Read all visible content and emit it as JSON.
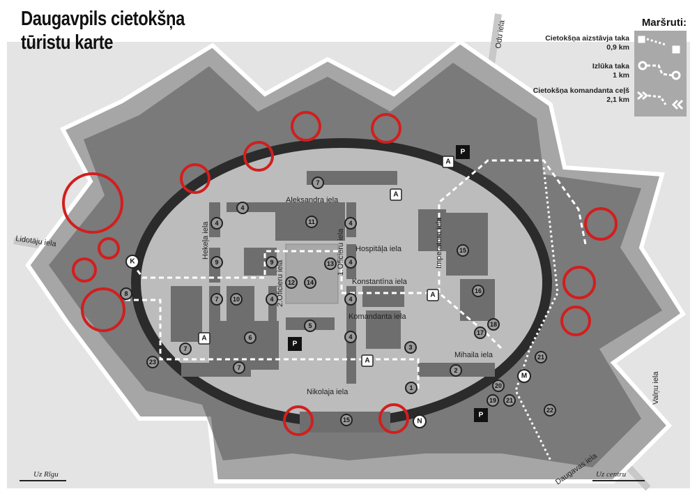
{
  "title": {
    "line1": "Daugavpils cietokšņa",
    "line2": "tūristu karte"
  },
  "legend": {
    "heading": "Maršruti:",
    "routes": [
      {
        "name": "Cietokšņa aizstāvja taka",
        "length": "0,9 km",
        "icon": "square-dotted-route-icon"
      },
      {
        "name": "Izlūka taka",
        "length": "1 km",
        "icon": "circle-dotted-route-icon"
      },
      {
        "name": "Cietokšņa komandanta ceļš",
        "length": "2,1 km",
        "icon": "chevron-dotted-route-icon"
      }
    ]
  },
  "streets": {
    "aleksandra": "Aleksandra iela",
    "hospitala": "Hospitāļa iela",
    "konstantina": "Konstantīna iela",
    "komandanta": "Komandanta iela",
    "mihaila": "Mihaila iela",
    "nikolaja": "Nikolaja iela",
    "hekela": "Hekeļa iela",
    "oficieru2": "2.Oficieru iela",
    "oficieru1": "1.Oficieru iela",
    "imperatora": "Imperatora iela",
    "lidotaju": "Lidotāju iela",
    "odu": "Odu iela",
    "valnu": "Valņu iela",
    "daugavas": "Daugavas iela"
  },
  "directions": {
    "riga": "Uz Rīgu",
    "centre": "Uz centru"
  },
  "markers": [
    "7",
    "4",
    "11",
    "4",
    "4",
    "9",
    "9",
    "13",
    "4",
    "12",
    "14",
    "7",
    "10",
    "4",
    "4",
    "6",
    "5",
    "4",
    "7",
    "7",
    "3",
    "2",
    "1",
    "15",
    "16",
    "18",
    "17",
    "21",
    "20",
    "19",
    "21",
    "22",
    "15",
    "23",
    "8"
  ],
  "letter_markers": [
    "K",
    "A",
    "A",
    "A",
    "A",
    "A",
    "M",
    "N"
  ],
  "parking_label": "P",
  "colors": {
    "highlight": "#d21e1e",
    "wall": "#2b2b2b",
    "ground": "#a6a6a6",
    "inner": "#bcbcbc",
    "building": "#6e6e6e"
  }
}
